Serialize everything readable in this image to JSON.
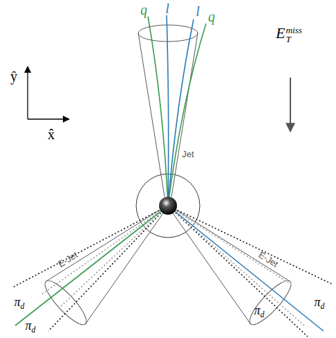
{
  "diagram": {
    "labels": [
      "ŷ",
      "x̂",
      "q",
      "l",
      "l",
      "q",
      "Jet",
      "E-Jet",
      "E-Jet",
      "πd",
      "πd",
      "πd",
      "πd",
      "ETmiss"
    ]
  }
}
